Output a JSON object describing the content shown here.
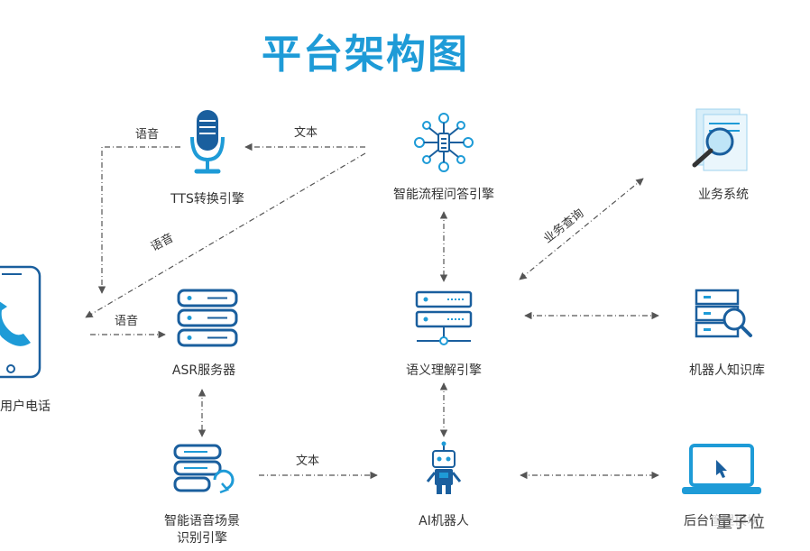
{
  "title": "平台架构图",
  "corner_text": "用户电话",
  "nodes": {
    "tts": "TTS转换引擎",
    "flow_qa": "智能流程问答引擎",
    "business": "业务系统",
    "phone": "用户电话",
    "asr": "ASR服务器",
    "semantic": "语义理解引擎",
    "knowledge": "机器人知识库",
    "scene_line1": "智能语音场景",
    "scene_line2": "识别引擎",
    "robot": "AI机器人",
    "backend": "后台管理模块"
  },
  "edges": {
    "tts_to_phone": "语音",
    "flow_to_tts": "文本",
    "flow_to_phone": "语音",
    "phone_to_asr": "语音",
    "business_query": "业务查询",
    "scene_to_robot": "文本"
  },
  "watermark": "量子位",
  "colors": {
    "primary": "#1e9bd7",
    "dark_blue": "#1a5f9e",
    "line": "#555555"
  },
  "icons": {
    "tts": "microphone-icon",
    "flow_qa": "network-icon",
    "business": "document-search-icon",
    "phone": "phone-icon",
    "asr": "server-icon",
    "semantic": "server-network-icon",
    "knowledge": "database-search-icon",
    "scene": "server-refresh-icon",
    "robot": "robot-icon",
    "backend": "laptop-icon"
  }
}
